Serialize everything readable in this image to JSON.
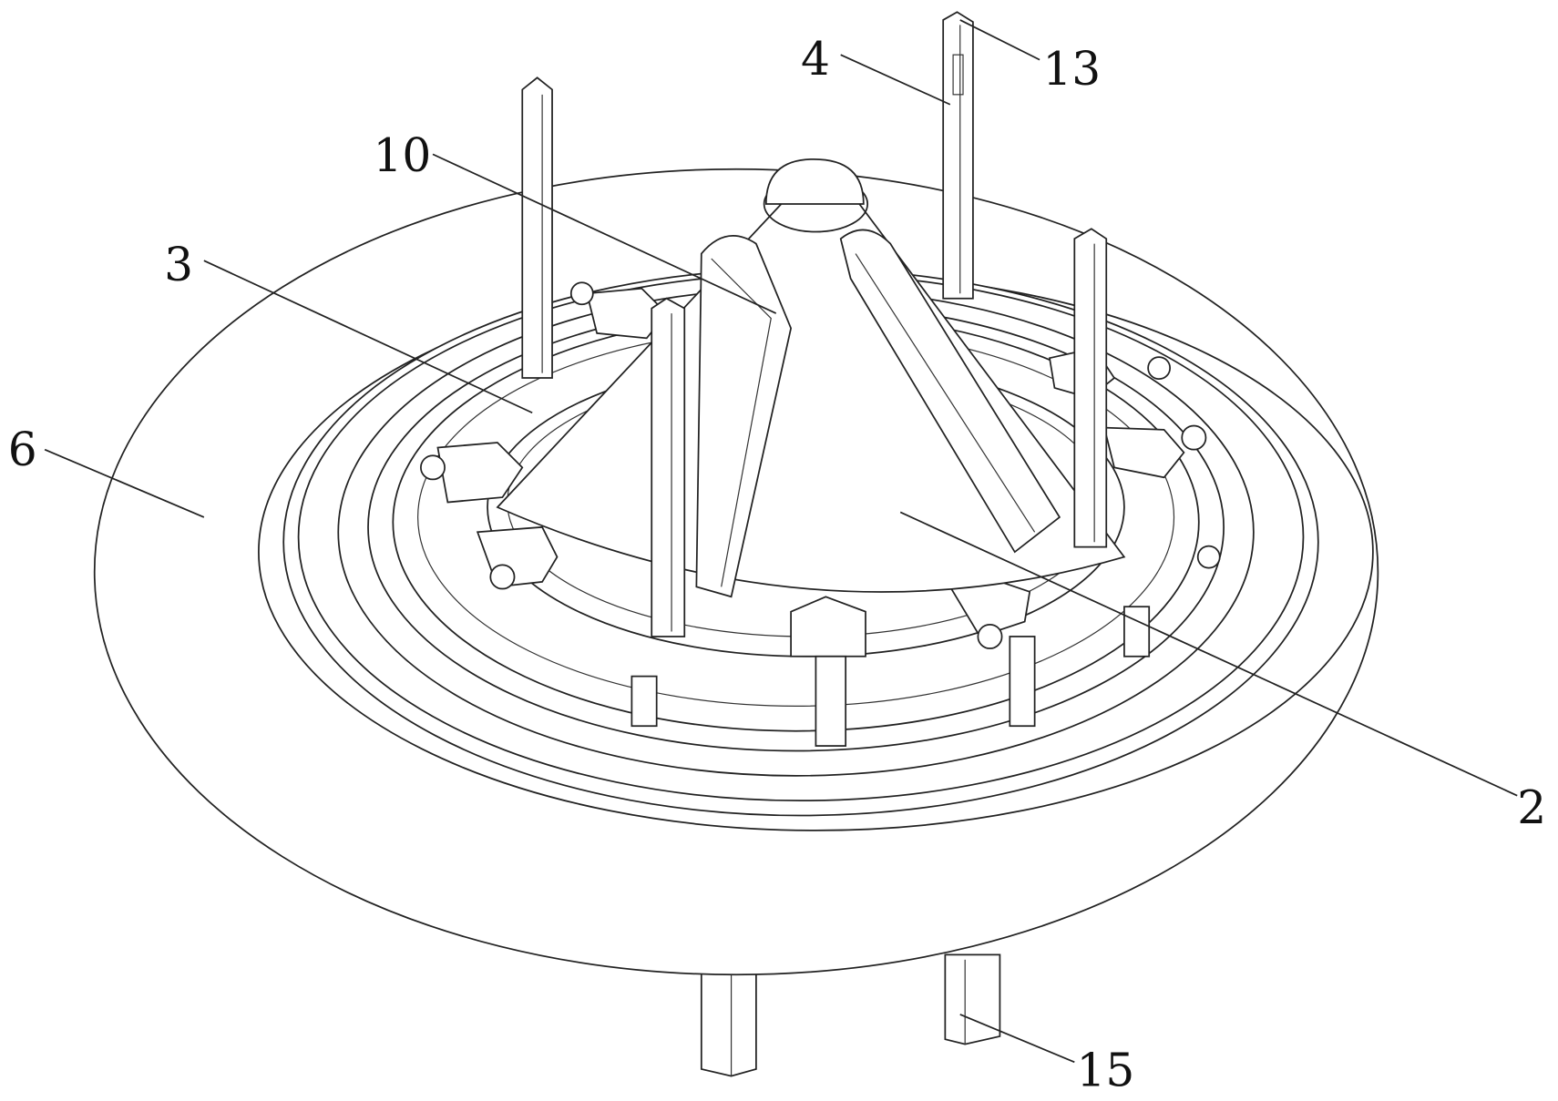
{
  "figure": {
    "labels": [
      {
        "id": "label-4",
        "text": "4"
      },
      {
        "id": "label-13",
        "text": "13"
      },
      {
        "id": "label-10",
        "text": "10"
      },
      {
        "id": "label-3",
        "text": "3"
      },
      {
        "id": "label-6",
        "text": "6"
      },
      {
        "id": "label-2",
        "text": "2"
      },
      {
        "id": "label-15",
        "text": "15"
      }
    ]
  }
}
